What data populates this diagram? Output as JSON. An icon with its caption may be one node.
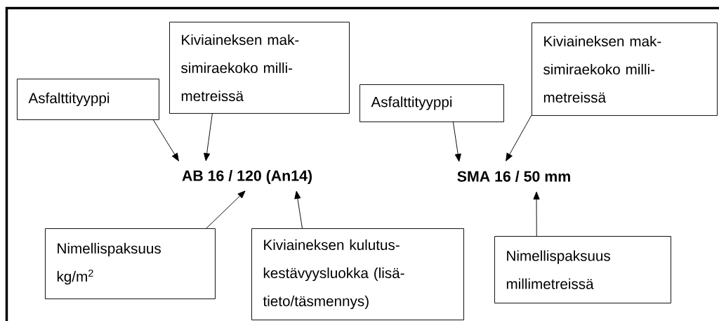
{
  "diagram": {
    "nodes": [
      {
        "text": [
          "Asfalttityyppi"
        ]
      },
      {
        "text": [
          "Kiviaineksen mak- simiraekoko milli- metreissä"
        ]
      },
      {
        "text": [
          "**AB 16 / 120 (An14**)"
        ]
      },
      {
        "text": [
          "Nimellispaksuus kg/m$^{2}$"
        ]
      },
      {
        "text": [
          "Kiviaineksen kulutus- kestävyysluokka (lisä- tieto/täsmennys)"
        ]
      },
      {
        "text": [
          "Asfalttityyppi"
        ]
      },
      {
        "text": [
          "Kiviaineksen mak- simiraekoko milli- metreissä"
        ]
      },
      {
        "text": [
          "SMA 16 / 50 mm"
        ]
      },
      {
        "text": [
          "Nimellispaksuus millimetreissä"
        ]
      }
    ],
    "edges": [
      {
        "from": 0,
        "to": 2,
        "arrow": "to"
      },
      {
        "from": 1,
        "to": 2,
        "arrow": "to"
      },
      {
        "from": 3,
        "to": 2,
        "arrow": "to"
      },
      {
        "from": 4,
        "to": 2,
        "arrow": "to"
      },
      {
        "from": 5,
        "to": 7,
        "arrow": "to"
      },
      {
        "from": 6,
        "to": 7,
        "arrow": "to"
      },
      {
        "from": 8,
        "to": 7,
        "arrow": "to"
      }
    ]
  }
}
